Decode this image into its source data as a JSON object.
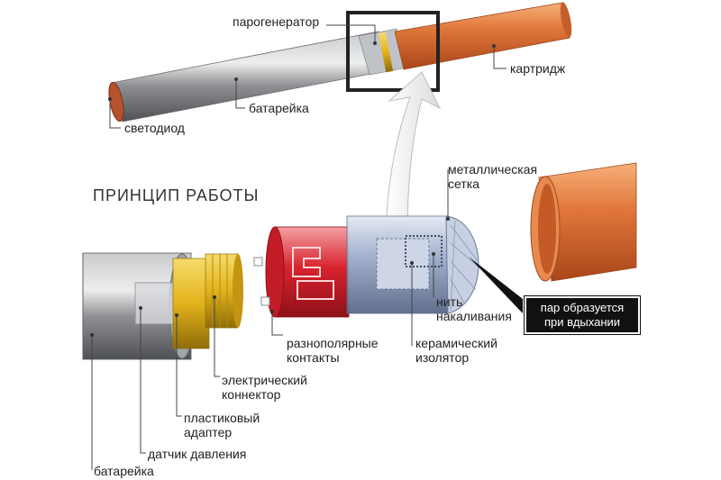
{
  "heading": "ПРИНЦИП  РАБОТЫ",
  "labels": {
    "vaporizer": "парогенератор",
    "cartridge": "картридж",
    "battery_top": "батарейка",
    "led": "светодиод",
    "metal_mesh": "металлическая\nсетка",
    "filament": "нить\nнакаливания",
    "callout": "пар образуется\nпри вдыхании",
    "contacts": "разнополярные\nконтакты",
    "ceramic_insulator": "керамический\nизолятор",
    "electric_connector": "электрический\nконнектор",
    "plastic_adapter": "пластиковый\nадаптер",
    "pressure_sensor": "датчик давления",
    "battery_bottom": "батарейка"
  },
  "colors": {
    "battery_gray": "#8e9093",
    "cartridge_orange": "#e0763a",
    "brass": "#e2b21c",
    "red_contact": "#d9232e",
    "blue_atomizer": "#9aa9c8",
    "callout_bg": "#111111"
  }
}
